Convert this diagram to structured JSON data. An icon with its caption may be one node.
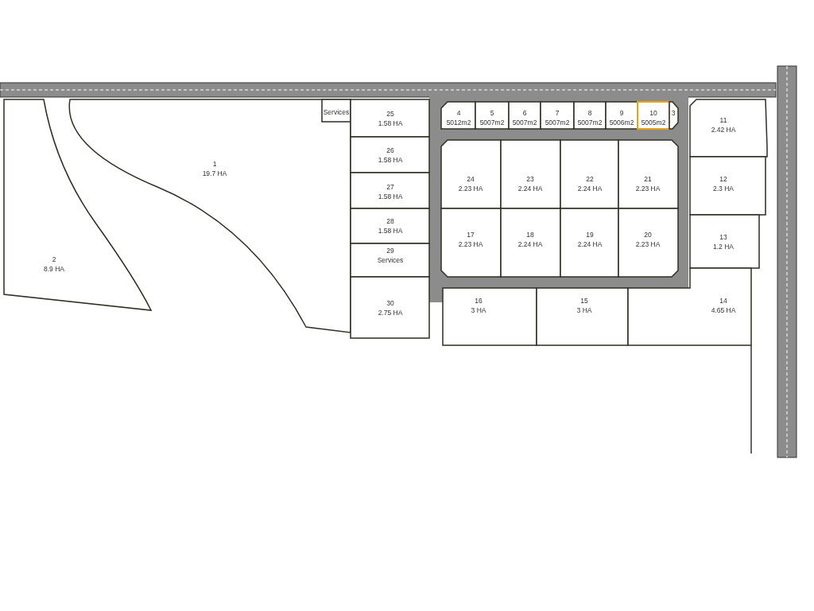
{
  "diagram": {
    "nodes": [
      {
        "text": [
          "2",
          "8.9 HA"
        ]
      },
      {
        "text": [
          "1",
          "19.7 HA"
        ]
      },
      {
        "text": [
          "Services"
        ],
        "in": 1
      },
      {
        "text": [
          "25",
          "1.58 HA"
        ]
      },
      {
        "text": [
          "26",
          "1.58 HA"
        ]
      },
      {
        "text": [
          "27",
          "1.58 HA"
        ]
      },
      {
        "text": [
          "28",
          "1.58 HA"
        ]
      },
      {
        "text": [
          "29",
          "Services"
        ]
      },
      {
        "text": [
          "30",
          "2.75 HA"
        ]
      },
      {
        "text": [
          "4",
          "5012m2"
        ]
      },
      {
        "text": [
          "5",
          "5007m2"
        ]
      },
      {
        "text": [
          "6",
          "5007m2"
        ]
      },
      {
        "text": [
          "7",
          "5007m2"
        ]
      },
      {
        "text": [
          "8",
          "5007m2"
        ]
      },
      {
        "text": [
          "9",
          "5006m2"
        ]
      },
      {
        "text": [
          "10",
          "5005m2"
        ]
      },
      {
        "text": [
          "3"
        ]
      },
      {
        "text": [
          "11",
          "2.42 HA"
        ]
      },
      {
        "text": [
          "12",
          "2.3 HA"
        ]
      },
      {
        "text": [
          "13",
          "1.2 HA"
        ]
      },
      {
        "text": [
          "24",
          "2.23 HA"
        ]
      },
      {
        "text": [
          "23",
          "2.24 HA"
        ]
      },
      {
        "text": [
          "22",
          "2.24 HA"
        ]
      },
      {
        "text": [
          "21",
          "2.23 HA"
        ]
      },
      {
        "text": [
          "17",
          "2.23 HA"
        ]
      },
      {
        "text": [
          "18",
          "2.24 HA"
        ]
      },
      {
        "text": [
          "19",
          "2.24 HA"
        ]
      },
      {
        "text": [
          "20",
          "2.23 HA"
        ]
      },
      {
        "text": [
          "16",
          "3 HA"
        ]
      },
      {
        "text": [
          "15",
          "3 HA"
        ]
      },
      {
        "text": [
          "14",
          "4.65 HA"
        ]
      }
    ]
  }
}
